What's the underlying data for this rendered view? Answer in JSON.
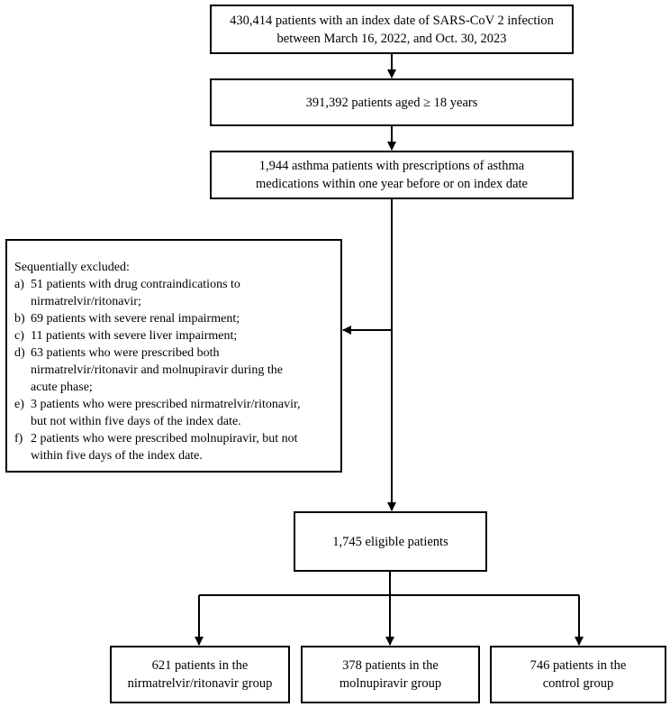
{
  "boxes": {
    "index": [
      "430,414 patients with an index date of SARS-CoV 2 infection",
      "between March 16, 2022, and Oct. 30, 2023"
    ],
    "adults": [
      "391,392 patients aged ≥ 18 years"
    ],
    "asthma": [
      "1,944 asthma patients with prescriptions of asthma",
      "medications within one year before or on index date"
    ],
    "eligible": [
      "1,745 eligible patients"
    ],
    "nirmatrelvir_group": [
      "621 patients in the",
      "nirmatrelvir/ritonavir group"
    ],
    "molnupiravir_group": [
      "378 patients in the",
      "molnupiravir group"
    ],
    "control_group": [
      "746 patients in the",
      "control group"
    ]
  },
  "exclusion": {
    "heading": "Sequentially excluded:",
    "items": [
      {
        "letter": "a)",
        "lines": [
          "51 patients with drug contraindications to",
          "nirmatrelvir/ritonavir;"
        ]
      },
      {
        "letter": "b)",
        "lines": [
          "69 patients with severe renal impairment;"
        ]
      },
      {
        "letter": "c)",
        "lines": [
          "11 patients with severe liver impairment;"
        ]
      },
      {
        "letter": "d)",
        "lines": [
          "63 patients who were prescribed both",
          "nirmatrelvir/ritonavir and molnupiravir during the",
          "acute phase;"
        ]
      },
      {
        "letter": "e)",
        "lines": [
          "3 patients who were prescribed nirmatrelvir/ritonavir,",
          "but not within five days of the index date."
        ]
      },
      {
        "letter": "f)",
        "lines": [
          "2 patients who were prescribed molnupiravir, but not",
          "within five days of the index date."
        ]
      }
    ]
  }
}
